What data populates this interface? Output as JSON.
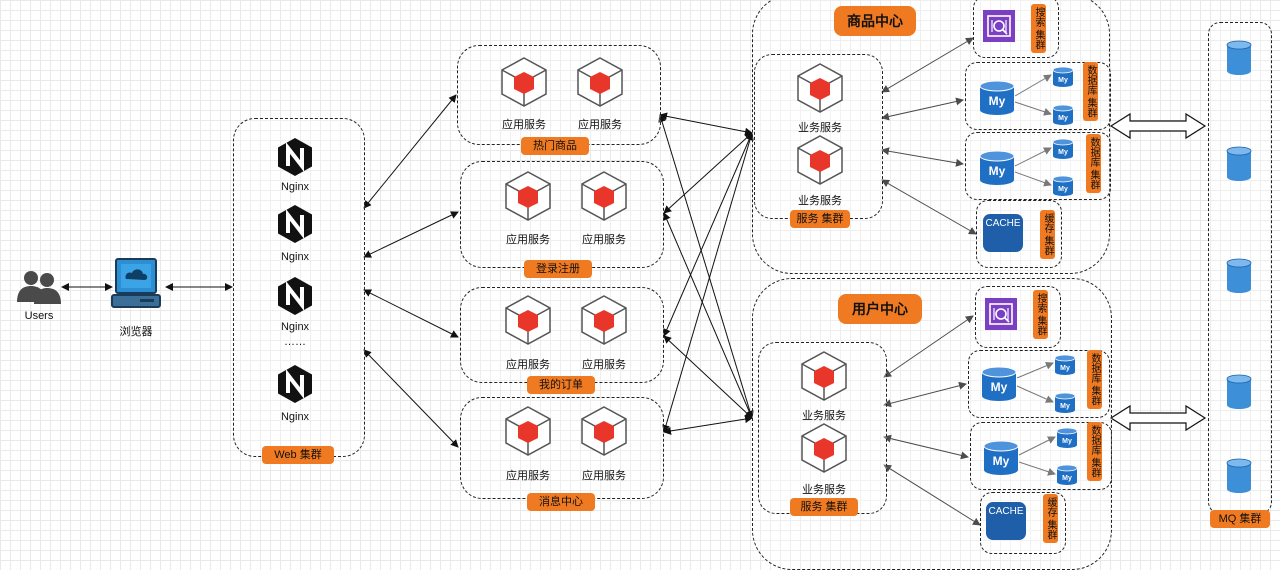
{
  "client": {
    "users_label": "Users",
    "browser_label": "浏览器"
  },
  "web": {
    "nginx_labels": [
      "Nginx",
      "Nginx",
      "Nginx",
      "Nginx"
    ],
    "ellipsis": "……",
    "cluster_label": "Web 集群"
  },
  "app_groups": [
    {
      "name": "热门商品",
      "services": [
        "应用服务",
        "应用服务"
      ]
    },
    {
      "name": "登录注册",
      "services": [
        "应用服务",
        "应用服务"
      ]
    },
    {
      "name": "我的订单",
      "services": [
        "应用服务",
        "应用服务"
      ]
    },
    {
      "name": "消息中心",
      "services": [
        "应用服务",
        "应用服务"
      ]
    }
  ],
  "centers": [
    {
      "title": "商品中心",
      "biz_services": [
        "业务服务",
        "业务服务"
      ],
      "service_cluster": "服务 集群",
      "search_label": "搜索 集群",
      "db_labels": [
        "数据库 集群",
        "数据库 集群"
      ],
      "db_icon_text": "My",
      "cache_text": "CACHE",
      "cache_label": "缓存 集群"
    },
    {
      "title": "用户中心",
      "biz_services": [
        "业务服务",
        "业务服务"
      ],
      "service_cluster": "服务 集群",
      "search_label": "搜索 集群",
      "db_labels": [
        "数据库 集群",
        "数据库 集群"
      ],
      "db_icon_text": "My",
      "cache_text": "CACHE",
      "cache_label": "缓存 集群"
    }
  ],
  "mq": {
    "cluster_label": "MQ 集群"
  },
  "colors": {
    "accent": "#f07a22",
    "cube_red": "#e8362b",
    "db_blue": "#1f6fc5",
    "search_purple": "#7b3fc4",
    "mq_blue": "#3d8fd8"
  }
}
